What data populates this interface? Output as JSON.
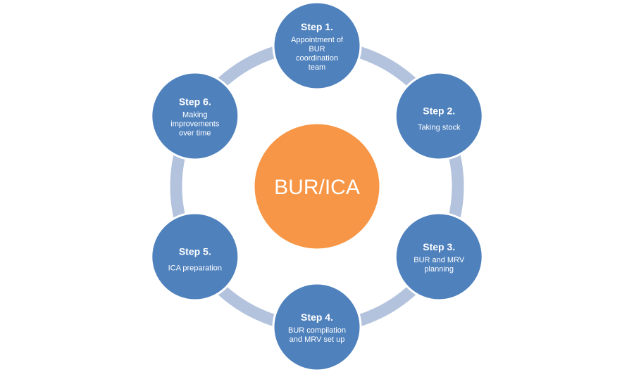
{
  "center": {
    "label": "BUR/ICA",
    "color": "#f79646"
  },
  "colors": {
    "step": "#4f81bd",
    "ring": "#b4c3dd"
  },
  "steps": [
    {
      "title": "Step 1.",
      "lines": [
        "Appointment of",
        "BUR",
        "coordination",
        "team"
      ]
    },
    {
      "title": "Step 2.",
      "lines": [
        "Taking stock"
      ]
    },
    {
      "title": "Step 3.",
      "lines": [
        "BUR and MRV",
        "planning"
      ]
    },
    {
      "title": "Step 4.",
      "lines": [
        "BUR compilation",
        "and MRV set up"
      ]
    },
    {
      "title": "Step 5.",
      "lines": [
        "ICA preparation"
      ]
    },
    {
      "title": "Step 6.",
      "lines": [
        "Making",
        "improvements",
        "over time"
      ]
    }
  ]
}
